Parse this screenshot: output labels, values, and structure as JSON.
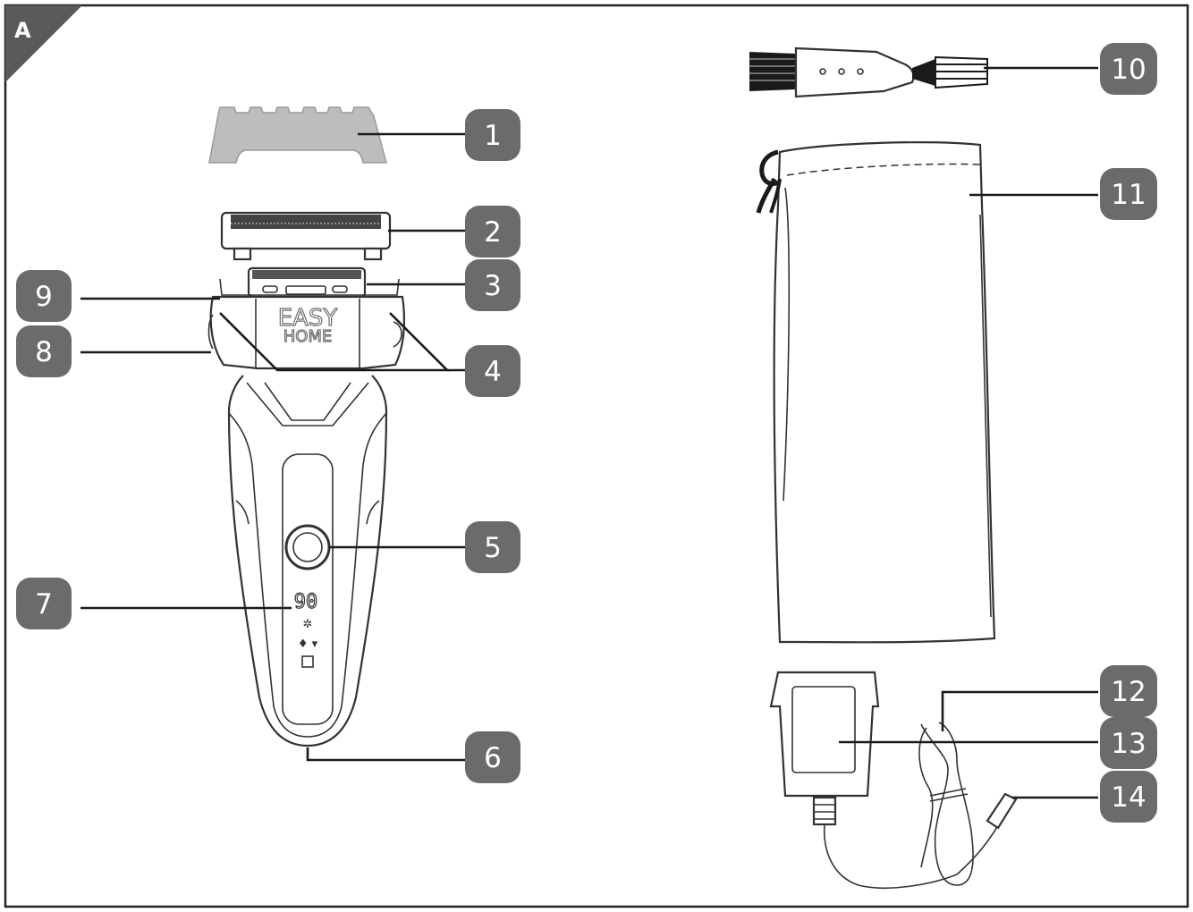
{
  "figure": {
    "corner_label": "A",
    "colors": {
      "badge": "#6b6b6b",
      "corner": "#5a5a5a",
      "outline": "#333333",
      "comb": "#bdbdbd",
      "black": "#1a1a1a"
    }
  },
  "callouts": [
    {
      "id": "1",
      "part": "comb-attachment"
    },
    {
      "id": "2",
      "part": "foil-frame"
    },
    {
      "id": "3",
      "part": "blade-block"
    },
    {
      "id": "4",
      "part": "shaver-head-release"
    },
    {
      "id": "5",
      "part": "power-button"
    },
    {
      "id": "6",
      "part": "charging-socket"
    },
    {
      "id": "7",
      "part": "display"
    },
    {
      "id": "8",
      "part": "head-housing"
    },
    {
      "id": "9",
      "part": "trimmer"
    },
    {
      "id": "10",
      "part": "cleaning-brush"
    },
    {
      "id": "11",
      "part": "storage-bag"
    },
    {
      "id": "12",
      "part": "charging-cable"
    },
    {
      "id": "13",
      "part": "power-adapter"
    },
    {
      "id": "14",
      "part": "cable-plug"
    }
  ],
  "shaver": {
    "logo_line1": "EASY",
    "logo_line2": "HOME",
    "display_value": "90"
  }
}
